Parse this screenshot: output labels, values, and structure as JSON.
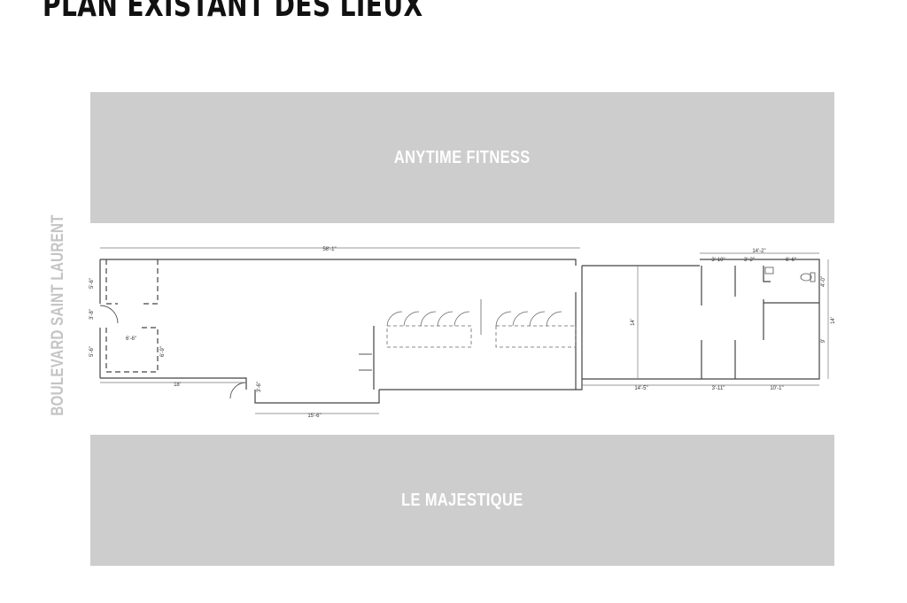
{
  "title": "PLAN EXISTANT DES LIEUX",
  "neighbors": {
    "top": "ANYTIME FITNESS",
    "bottom": "LE MAJESTIQUE"
  },
  "street": "BOULEVARD SAINT LAURENT",
  "dimensions": {
    "overall_length": "58'-1\"",
    "front_width": "18'",
    "front_depth": "15'-6\"",
    "entry_height": "3'-6\"",
    "front_room_1": "5'-6\"",
    "front_room_2": "5'-6\"",
    "front_room_3": "6'-6\"",
    "front_room_4": "6'-9\"",
    "front_room_5": "3'-8\"",
    "front_door": "3'-6\"",
    "rear_width_total": "14'-2\"",
    "rear_room_a": "3'-10\"",
    "rear_room_b": "3'-2\"",
    "rear_room_c": "6'-6\"",
    "corridor_height": "14'",
    "corridor_length": "14'-5\"",
    "rear_room_d": "3'-11\"",
    "rear_room_e": "10'-1\"",
    "rear_height": "14'",
    "rear_right_upper": "4'-0\"",
    "rear_right_lower": "9'"
  }
}
